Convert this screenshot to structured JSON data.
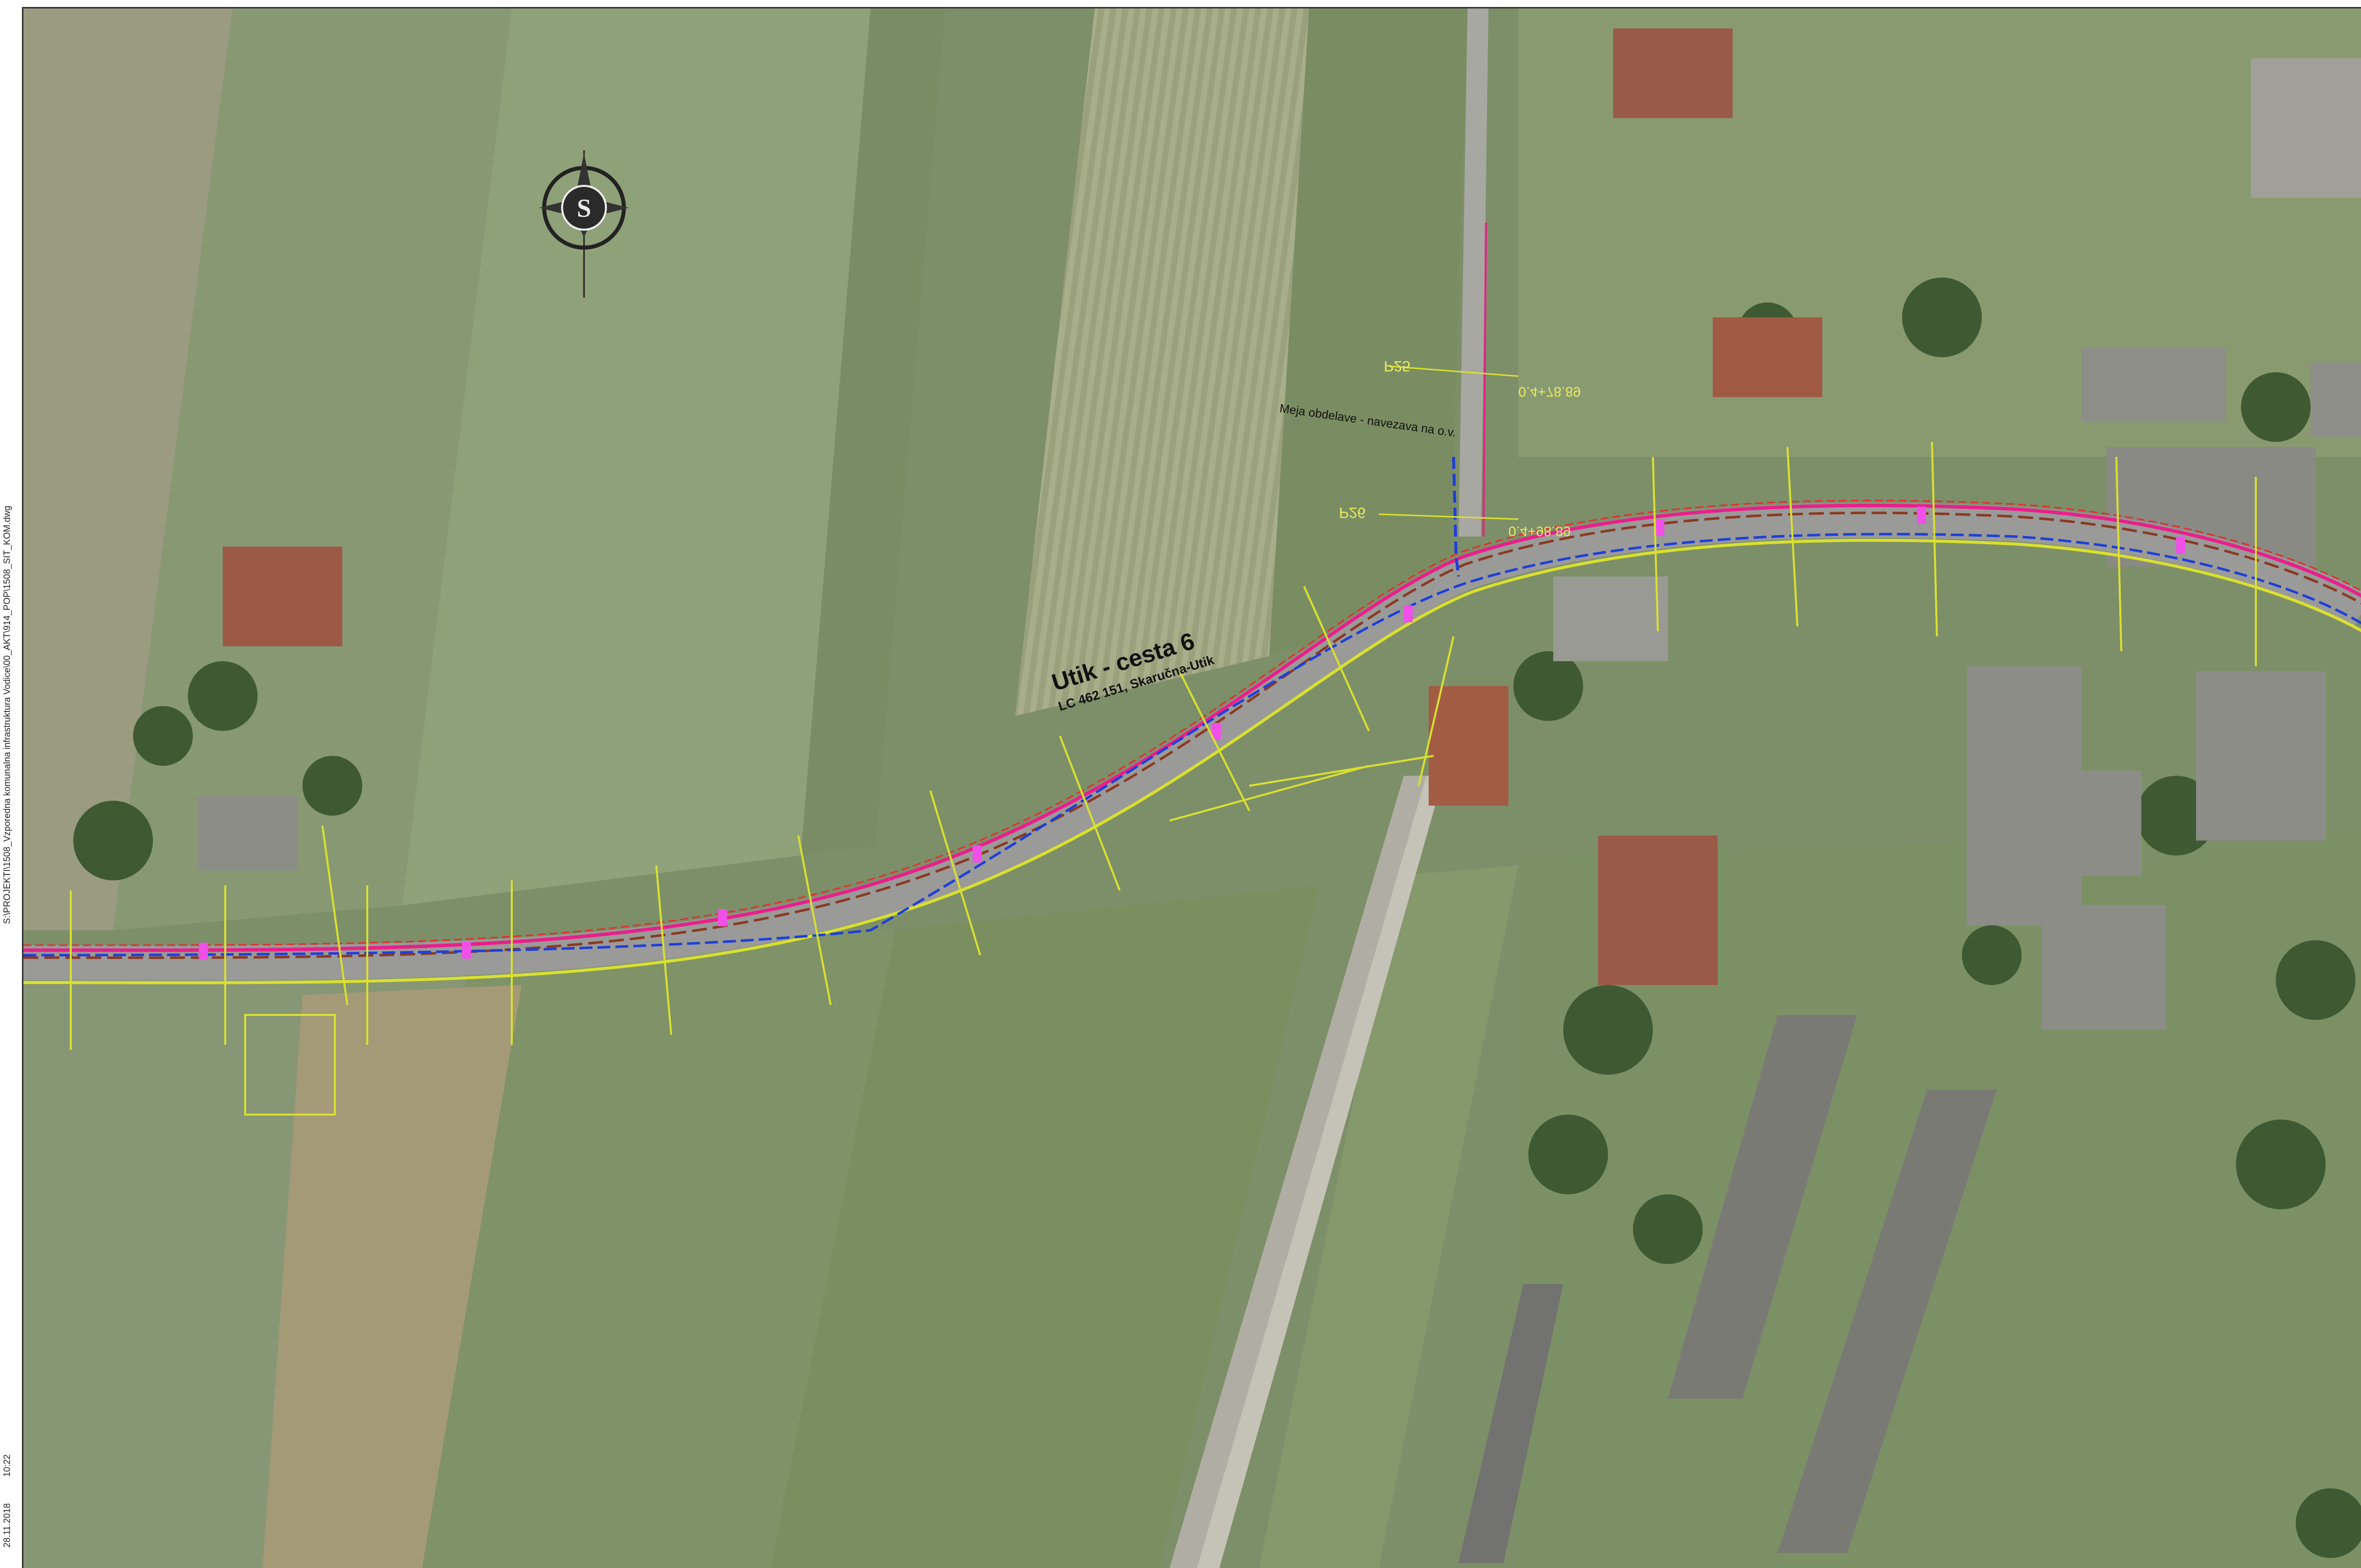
{
  "map": {
    "title": "Utik - cesta 6",
    "subtitle": "LC 462 151, Skaručna-Utik",
    "boundary_note": "Meja obdelave - navezava na o.v.",
    "compass_letter": "S",
    "profiles": {
      "p25": "P25",
      "p26": "P26"
    },
    "chainages": {
      "c1": "0.4+78.89",
      "c2": "0.4+98.89"
    },
    "colors": {
      "road": "#9a9a98",
      "field_light": "#8fa077",
      "field_dark": "#6f8459",
      "magenta_line": "#e8208a",
      "blue_line": "#1f3fd8",
      "brown_line": "#8a3a22",
      "yellow_line": "#d8e030",
      "red_line": "#e03030"
    }
  },
  "sheet": {
    "file_path": "S:\\PROJEKTI\\1508_Vzporedna komunalna infrastruktura Vodice\\00_AKT\\914_POP\\1508_SIT_KOM.dwg",
    "date": "28.11.2018",
    "time": "10:22"
  }
}
